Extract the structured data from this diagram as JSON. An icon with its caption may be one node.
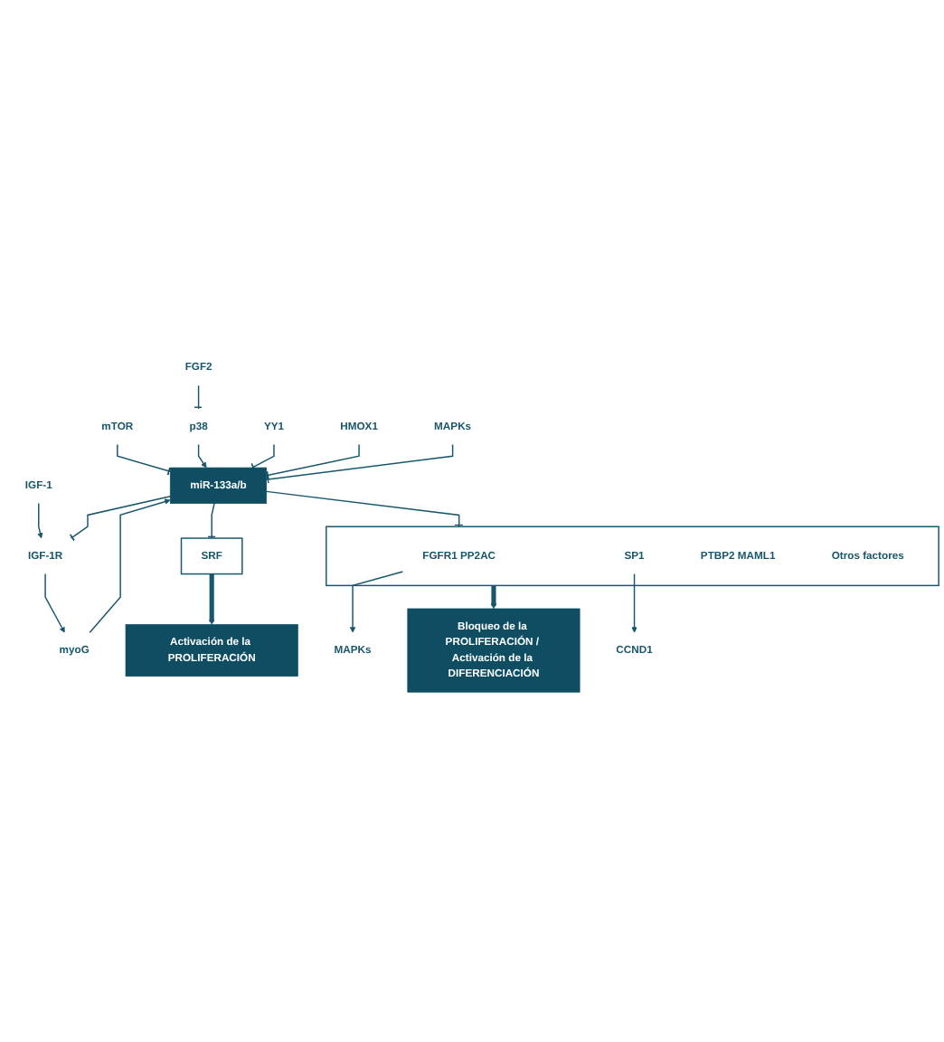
{
  "diagram": {
    "nodes": [
      {
        "text": [
          "FGF2"
        ]
      },
      {
        "text": [
          "p38"
        ]
      },
      {
        "text": [
          "mTOR"
        ]
      },
      {
        "text": [
          "IGF-1R"
        ]
      },
      {
        "text": [
          "IGF-1"
        ]
      },
      {
        "text": [
          "myoG"
        ]
      },
      {
        "text": [
          "YY1"
        ]
      },
      {
        "text": [
          "miR-133a/b"
        ]
      },
      {
        "text": [
          "HMOX1"
        ]
      },
      {
        "text": [
          "MAPKs"
        ]
      },
      {
        "text": [
          "SRF"
        ]
      },
      {
        "text": [],
        "shape": "box"
      },
      {
        "text": [
          "FGFR1 PP2AC"
        ],
        "in": 11
      },
      {
        "text": [
          "SP1"
        ],
        "in": 11
      },
      {
        "text": [
          "PTBP2 MAML1"
        ],
        "in": 11
      },
      {
        "text": [
          "Otros factores"
        ],
        "in": 11
      },
      {
        "text": [
          "MAPKs"
        ]
      },
      {
        "text": [
          "CCND1"
        ]
      },
      {
        "text": [
          "Activación de la PROLIFERACIÓN"
        ]
      },
      {
        "text": [
          "Bloqueo de la PROLIFERACIÓN / Activación de la DIFERENCIACIÓN"
        ]
      }
    ],
    "edges": [
      {
        "from": 0,
        "to": 1,
        "arrow": "other"
      },
      {
        "from": 4,
        "to": 3,
        "arrow": "to"
      },
      {
        "from": 3,
        "to": 5,
        "arrow": "to"
      },
      {
        "from": 2,
        "to": 7,
        "arrow": "other"
      },
      {
        "from": 1,
        "to": 7,
        "arrow": "to"
      },
      {
        "from": 5,
        "to": 7,
        "arrow": "to"
      },
      {
        "from": 7,
        "to": 3,
        "arrow": "other"
      },
      {
        "from": 6,
        "to": 7,
        "arrow": "other"
      },
      {
        "from": 8,
        "to": 7,
        "arrow": "other"
      },
      {
        "from": 9,
        "to": 7,
        "arrow": "other"
      },
      {
        "from": 7,
        "to": 10,
        "arrow": "other"
      },
      {
        "from": 7,
        "to": 11,
        "arrow": "other"
      },
      {
        "from": 12,
        "to": 16,
        "arrow": "to"
      },
      {
        "from": 13,
        "to": 17,
        "arrow": "to"
      },
      {
        "from": 10,
        "to": 18,
        "arrow": "to",
        "style": "thick"
      },
      {
        "from": 11,
        "to": 19,
        "arrow": "to",
        "style": "thick"
      }
    ]
  }
}
